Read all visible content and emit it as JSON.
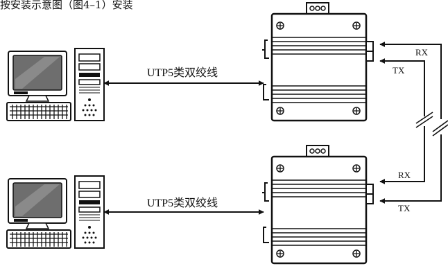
{
  "caption": "按安装示意图（图4–1）安装",
  "links": [
    {
      "cable_label": "UTP5类双绞线"
    },
    {
      "cable_label": "UTP5类双绞线"
    }
  ],
  "fiber": {
    "upper": {
      "rx": "RX",
      "tx": "TX"
    },
    "lower": {
      "rx": "RX",
      "tx": "TX"
    }
  }
}
